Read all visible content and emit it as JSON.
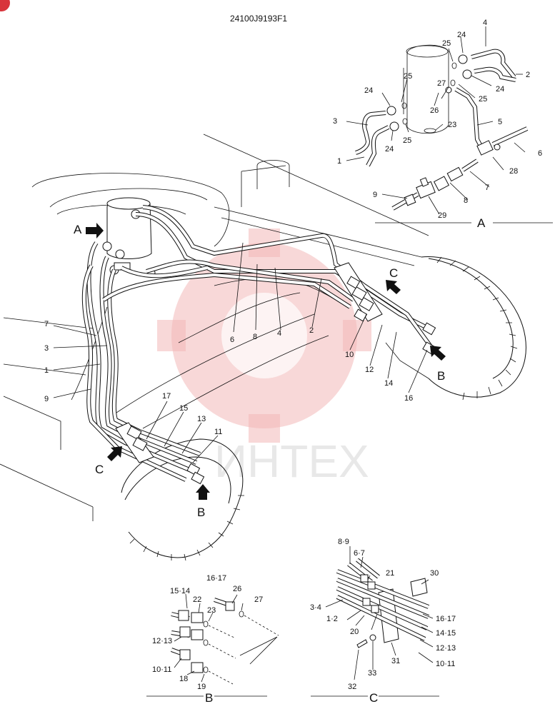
{
  "drawing_code": "24100J9193F1",
  "watermark": "ИНТЕХ",
  "view_labels": {
    "a": "A",
    "b": "B",
    "c": "C"
  },
  "callouts": {
    "main": [
      "7",
      "3",
      "1",
      "9",
      "6",
      "8",
      "4",
      "2",
      "10",
      "12",
      "14",
      "16",
      "17",
      "15",
      "13",
      "11"
    ],
    "detail_a": [
      "4",
      "24",
      "25",
      "2",
      "24",
      "25",
      "27",
      "26",
      "25",
      "24",
      "3",
      "1",
      "24",
      "25",
      "23",
      "5",
      "6",
      "28",
      "7",
      "8",
      "9",
      "29"
    ],
    "detail_b": [
      "16·17",
      "26",
      "27",
      "15·14",
      "22",
      "23",
      "12·13",
      "10·11",
      "18",
      "19"
    ],
    "detail_c": [
      "8·9",
      "6·7",
      "21",
      "30",
      "3·4",
      "1·2",
      "20",
      "16·17",
      "14·15",
      "12·13",
      "10·11",
      "32",
      "33",
      "31"
    ]
  },
  "colors": {
    "line": "#111111",
    "watermark": "#f2b8b8"
  }
}
